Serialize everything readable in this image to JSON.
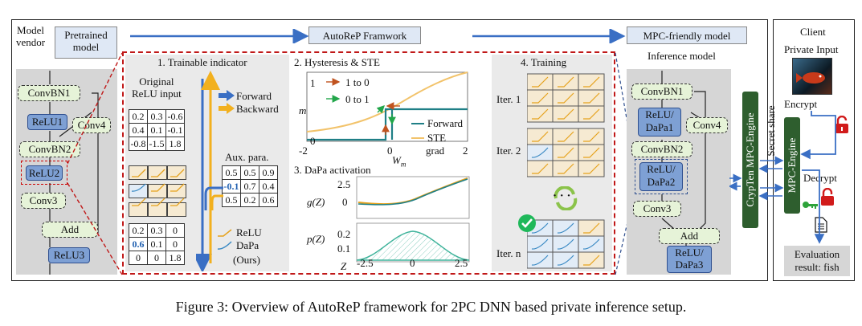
{
  "left": {
    "vendor_line1": "Model",
    "vendor_line2": "vendor",
    "pretrained_line1": "Pretrained",
    "pretrained_line2": "model",
    "nodes": [
      "ConvBN1",
      "ReLU1",
      "Conv4",
      "ConvBN2",
      "ReLU2",
      "Conv3",
      "Add",
      "ReLU3"
    ]
  },
  "top": {
    "framework": "AutoReP Framwork",
    "mpc_model": "MPC-friendly model",
    "inference": "Inference model"
  },
  "panel1": {
    "title": "1. Trainable indicator",
    "orig_line1": "Original",
    "orig_line2": "ReLU input",
    "matrix1": [
      [
        "0.2",
        "0.3",
        "-0.6"
      ],
      [
        "0.4",
        "0.1",
        "-0.1"
      ],
      [
        "-0.8",
        "-1.5",
        "1.8"
      ]
    ],
    "forward": "Forward",
    "backward": "Backward",
    "aux_title": "Aux. para.",
    "aux": [
      [
        "0.5",
        "0.5",
        "0.9"
      ],
      [
        "-0.1",
        "0.7",
        "0.4"
      ],
      [
        "0.5",
        "0.2",
        "0.6"
      ]
    ],
    "matrix2": [
      [
        "0.2",
        "0.3",
        "0"
      ],
      [
        "0.6",
        "0.1",
        "0"
      ],
      [
        "0",
        "0",
        "1.8"
      ]
    ],
    "legend_relu": "ReLU",
    "legend_dapa": "DaPa",
    "legend_ours": "(Ours)"
  },
  "panel2": {
    "title": "2. Hysteresis & STE",
    "leg_1to0": "1 to 0",
    "leg_0to1": "0 to 1",
    "ylabel": "m",
    "xlabel": "W",
    "xlabel_sub": "m",
    "yticks": [
      "1",
      "0"
    ],
    "xticks": [
      "-2",
      "0",
      "2"
    ],
    "forward": "Forward",
    "ste": "STE",
    "grad": "grad",
    "colors": {
      "forward": "#1f7f86",
      "ste": "#f2c36b",
      "red_arrow": "#c0531f",
      "green_arrow": "#22a64a"
    }
  },
  "panel3": {
    "title": "3. DaPa activation",
    "g_label": "g(Z)",
    "g_ticks": [
      "2.5",
      "0"
    ],
    "p_label": "p(Z)",
    "p_ticks": [
      "0.2",
      "0.1"
    ],
    "z_label": "Z",
    "z_ticks": [
      "-2.5",
      "0",
      "2.5"
    ]
  },
  "panel4": {
    "title": "4. Training",
    "iter1": "Iter. 1",
    "iter2": "Iter. 2",
    "itern": "Iter. n",
    "dots": "· · ·"
  },
  "right": {
    "nodes": [
      "ConvBN1",
      "ReLU/",
      "DaPa1",
      "Conv4",
      "ConvBN2",
      "ReLU/",
      "DaPa2",
      "Conv3",
      "Add",
      "ReLU/",
      "DaPa3"
    ],
    "crypten": "CrypTen MPC-Engine",
    "secret_share": "Secret share",
    "mpc_engine": "MPC-Engine",
    "client": "Client",
    "private_input": "Private Input",
    "encrypt": "Encrypt",
    "decrypt": "Decrypt",
    "eval_line1": "Evaluation",
    "eval_line2": "result: fish"
  },
  "caption": "Figure 3: Overview of AutoReP framework for 2PC DNN based private inference setup."
}
